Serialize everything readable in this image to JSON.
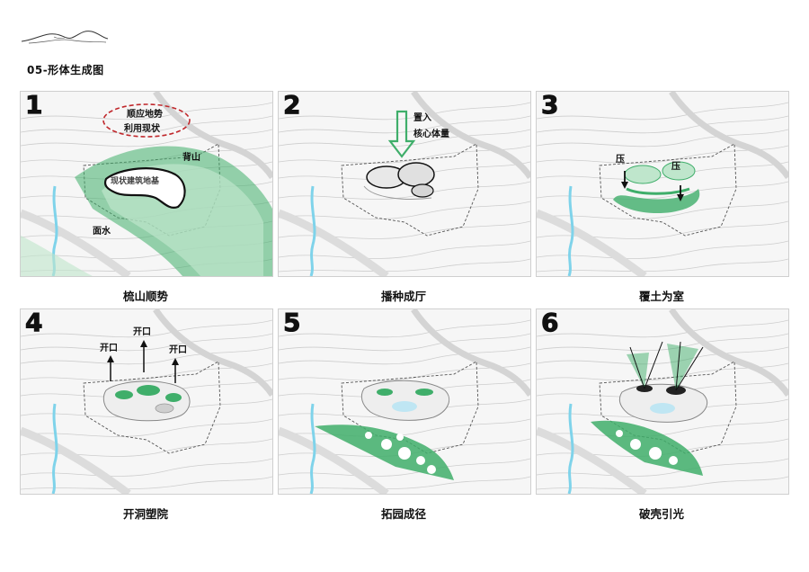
{
  "page": {
    "title": "05-形体生成图"
  },
  "panels": [
    {
      "num": "1",
      "caption": "梳山顺势",
      "labels": [
        "顺应地势",
        "利用现状",
        "背山",
        "现状建筑地基",
        "面水"
      ]
    },
    {
      "num": "2",
      "caption": "播种成厅",
      "labels": [
        "置入",
        "核心体量"
      ]
    },
    {
      "num": "3",
      "caption": "覆土为室",
      "labels": [
        "压",
        "压"
      ]
    },
    {
      "num": "4",
      "caption": "开洞塑院",
      "labels": [
        "开口",
        "开口",
        "开口"
      ]
    },
    {
      "num": "5",
      "caption": "拓园成径",
      "labels": []
    },
    {
      "num": "6",
      "caption": "破壳引光",
      "labels": []
    }
  ],
  "colors": {
    "green": "#3fae6a",
    "light_green": "#bfe6cc",
    "water": "#7fd3ea",
    "contour": "#c8c8c8",
    "boundary": "#555555"
  }
}
